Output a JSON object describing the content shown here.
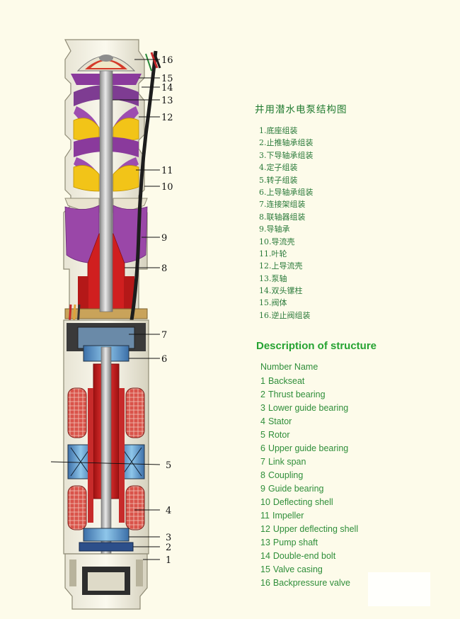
{
  "chinese_title": "井用潜水电泵结构图",
  "chinese_parts": [
    "1.底座组装",
    "2.止推轴承组装",
    "3.下导轴承组装",
    "4.定子组装",
    "5.转子组装",
    "6.上导轴承组装",
    "7.连接架组装",
    "8.联轴器组装",
    "9.导轴承",
    "10.导流壳",
    "11.叶轮",
    "12.上导流壳",
    "13.泵轴",
    "14.双头镙柱",
    "15.阀体",
    "16.逆止阀组装"
  ],
  "english_title": "Description of structure",
  "english_header": "Number  Name",
  "english_parts": [
    {
      "num": "1",
      "name": "Backseat"
    },
    {
      "num": "2",
      "name": "Thrust bearing"
    },
    {
      "num": "3",
      "name": "Lower guide bearing"
    },
    {
      "num": "4",
      "name": "Stator"
    },
    {
      "num": "5",
      "name": "Rotor"
    },
    {
      "num": "6",
      "name": "Upper guide bearing"
    },
    {
      "num": "7",
      "name": "Link span"
    },
    {
      "num": "8",
      "name": "Coupling"
    },
    {
      "num": "9",
      "name": "Guide bearing"
    },
    {
      "num": "10",
      "name": "Deflecting shell"
    },
    {
      "num": "11",
      "name": "Impeller"
    },
    {
      "num": "12",
      "name": "Upper deflecting shell"
    },
    {
      "num": "13",
      "name": "Pump shaft"
    },
    {
      "num": "14",
      "name": "Double-end bolt"
    },
    {
      "num": "15",
      "name": "Valve casing"
    },
    {
      "num": "16",
      "name": "Backpressure valve"
    }
  ],
  "callouts": [
    "16",
    "15",
    "14",
    "13",
    "12",
    "11",
    "10",
    "9",
    "8",
    "7",
    "6",
    "5",
    "4",
    "3",
    "2",
    "1"
  ],
  "colors": {
    "background": "#fdfbea",
    "heading_green": "#26a332",
    "text_green": "#2f8e3a",
    "impeller_yellow": "#f2c418",
    "deflector_purple": "#9a47a8",
    "coupling_red": "#d01f1f",
    "winding_blue": "#58b4d8"
  }
}
